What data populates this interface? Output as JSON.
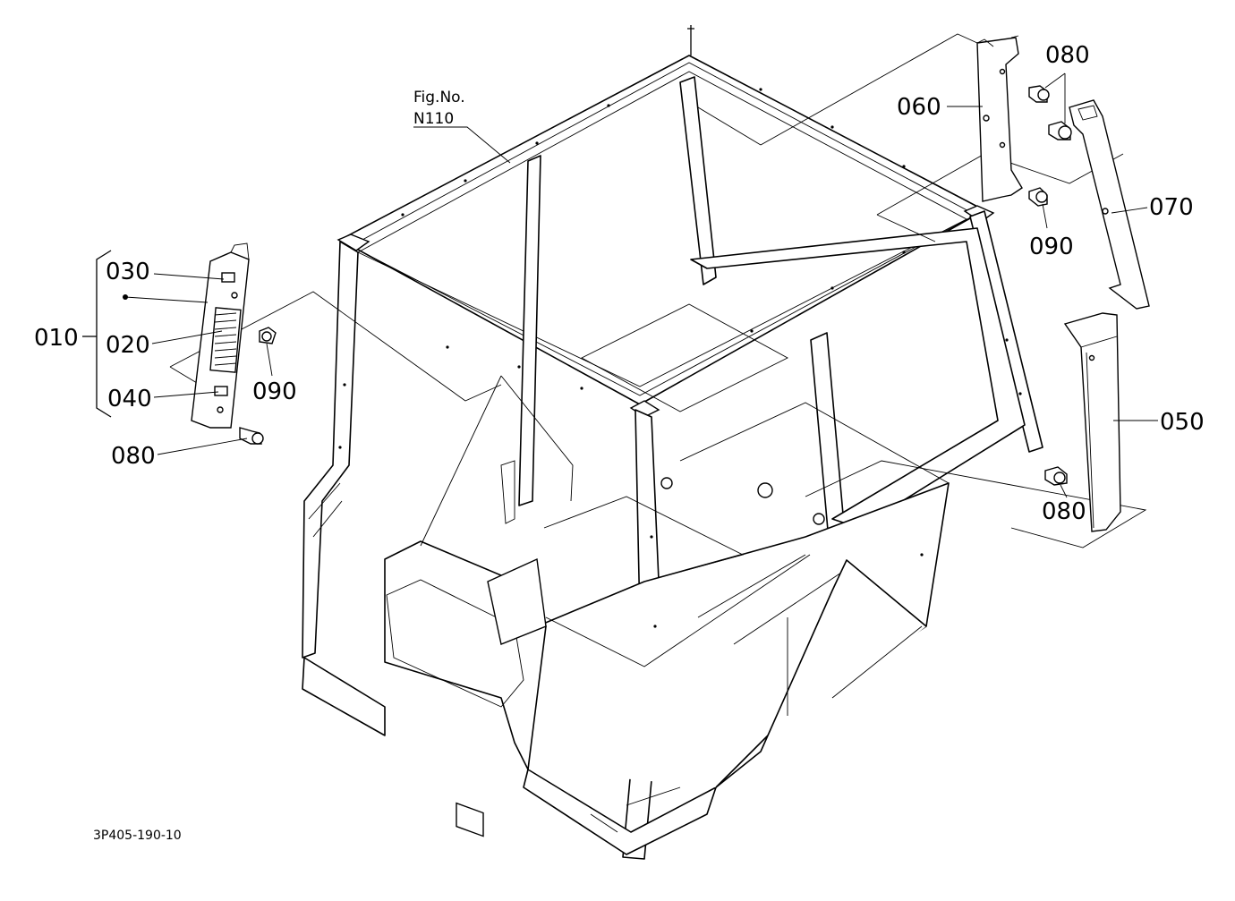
{
  "diagram": {
    "drawing_code": "3P405-190-10",
    "figure_reference": {
      "line1": "Fig.No.",
      "line2": "N110"
    },
    "callouts": {
      "p010": "010",
      "p020": "020",
      "p030": "030",
      "p040": "040",
      "p050": "050",
      "p060": "060",
      "p070": "070",
      "p080_top": "080",
      "p080_left": "080",
      "p080_right": "080",
      "p090_top": "090",
      "p090_left": "090"
    }
  }
}
